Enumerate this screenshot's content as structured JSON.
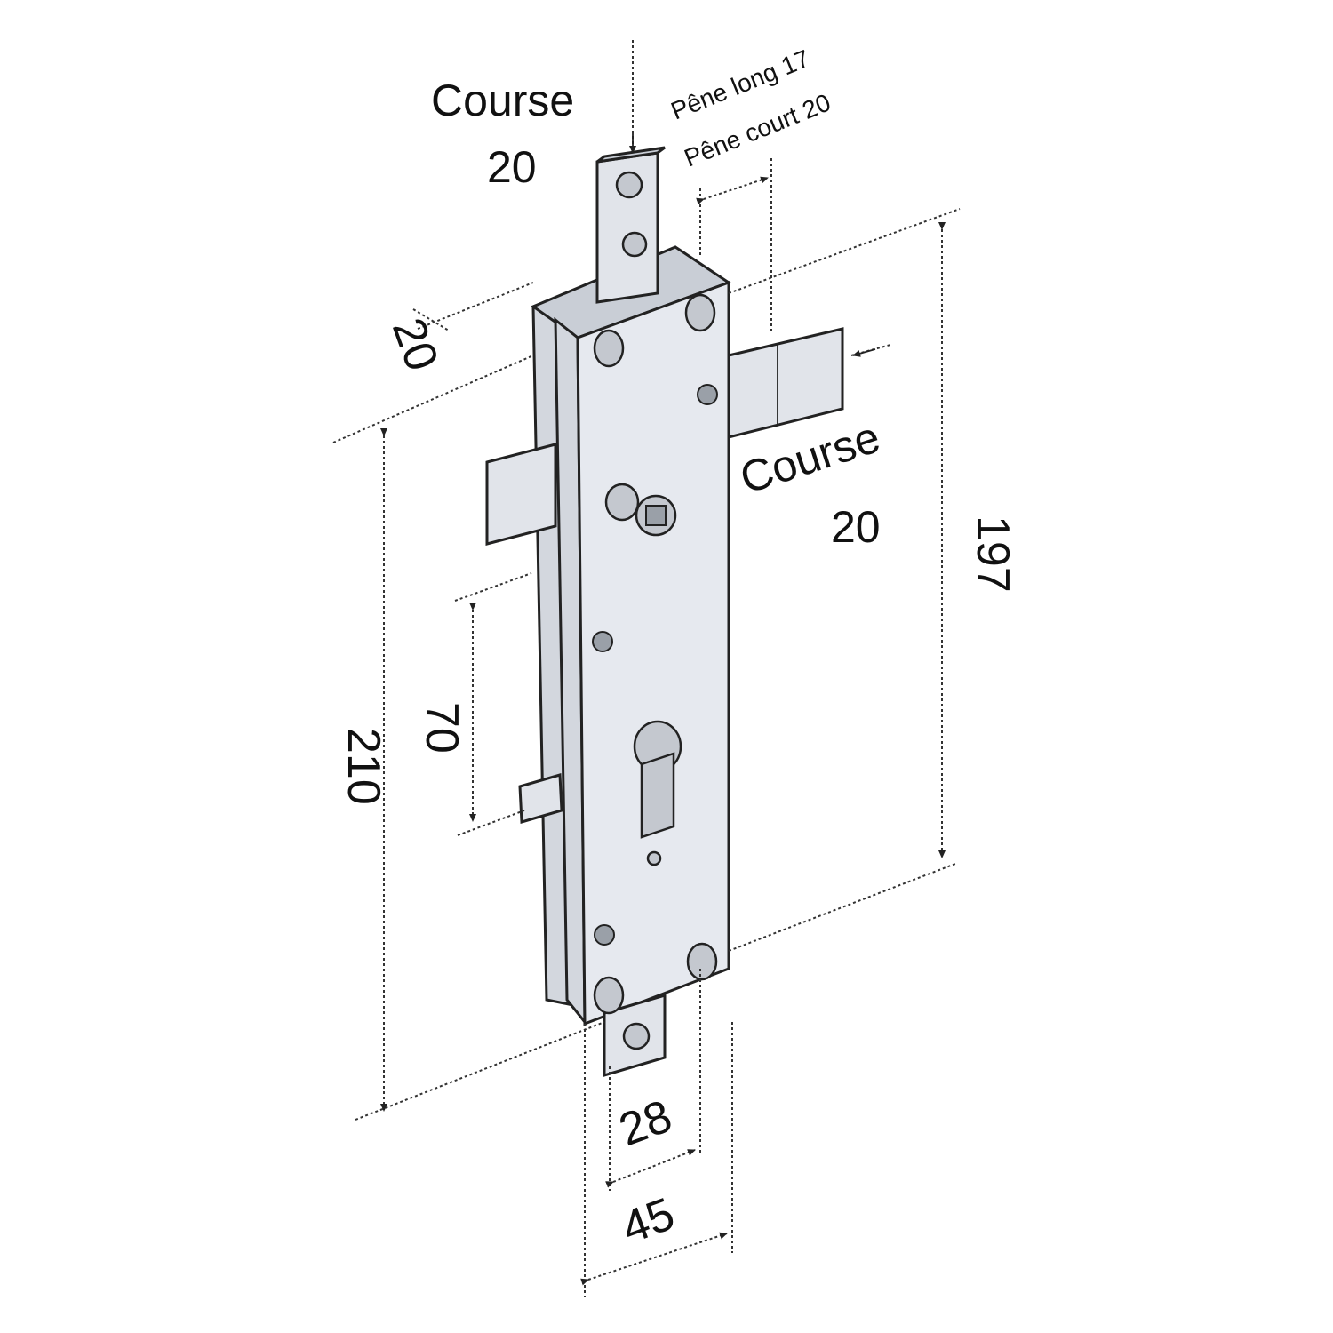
{
  "labels": {
    "top_course_word": "Course",
    "top_course_value": "20",
    "right_course_word": "Course",
    "right_course_value": "20",
    "pene_long": "Pêne long 17",
    "pene_court": "Pêne court 20"
  },
  "dimensions": {
    "depth_top": "20",
    "height_total": "210",
    "height_face": "197",
    "handle_to_cylinder": "70",
    "backset": "28",
    "width": "45"
  }
}
